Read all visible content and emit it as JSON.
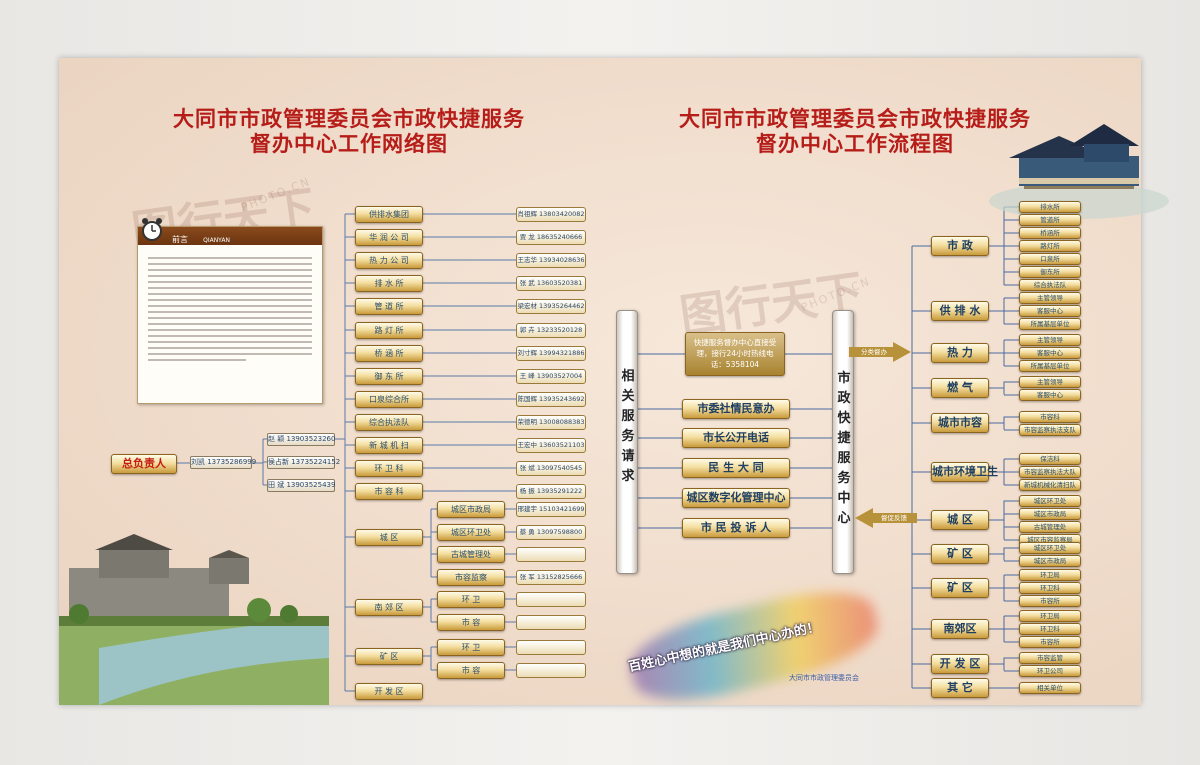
{
  "left_title": [
    "大同市市政管理委员会市政快捷服务",
    "督办中心工作网络图"
  ],
  "right_title": [
    "大同市市政管理委员会市政快捷服务",
    "督办中心工作流程图"
  ],
  "intro_header": {
    "label": "前言",
    "sub": "QIANYAN"
  },
  "watermark": {
    "logo": "图行天下",
    "site": "PHOTO.CN"
  },
  "network": {
    "head": {
      "label": "总负责人",
      "name": "刘凯 13735286999"
    },
    "deputies": [
      {
        "name": "赵 颖 13903523260"
      },
      {
        "name": "侯占新 13735224152"
      },
      {
        "name": "田 斌 13903525439"
      }
    ],
    "units": [
      {
        "label": "供排水集团",
        "phone": "肖祖辉 13803420082"
      },
      {
        "label": "华 润 公 司",
        "phone": "贾 龙 18635240666"
      },
      {
        "label": "热 力 公 司",
        "phone": "王志华 13934028636"
      },
      {
        "label": "排 水 所",
        "phone": "张 武 13603520381"
      },
      {
        "label": "管 道 所",
        "phone": "梁宏材 13935264462"
      },
      {
        "label": "路 灯 所",
        "phone": "郭 卉 13233520128"
      },
      {
        "label": "桥 涵 所",
        "phone": "刘寸辉 13994321886"
      },
      {
        "label": "御 东 所",
        "phone": "王 峰 13903527004"
      },
      {
        "label": "口泉综合所",
        "phone": "陈国辉 13935243692"
      },
      {
        "label": "综合执法队",
        "phone": "荣德明 13008088383"
      },
      {
        "label": "新 城 机 扫",
        "phone": "王宏中 13603521103"
      },
      {
        "label": "环 卫 科",
        "phone": "张 斌 13097540545"
      },
      {
        "label": "市 容 科",
        "phone": "杨 振 13935291222"
      }
    ],
    "districts": [
      {
        "label": "城 区",
        "subs": [
          {
            "label": "城区市政局",
            "phone": "邢建宇 15103421699"
          },
          {
            "label": "城区环卫处",
            "phone": "蔡 勇 13097598800"
          },
          {
            "label": "古城管理处",
            "phone": ""
          },
          {
            "label": "市容监察",
            "phone": "张 军 13152825666"
          }
        ]
      },
      {
        "label": "南 郊 区",
        "subs": [
          {
            "label": "环 卫",
            "phone": ""
          },
          {
            "label": "市 容",
            "phone": ""
          }
        ]
      },
      {
        "label": "矿 区",
        "subs": [
          {
            "label": "环 卫",
            "phone": ""
          },
          {
            "label": "市 容",
            "phone": ""
          }
        ]
      },
      {
        "label": "开 发 区",
        "subs": []
      }
    ]
  },
  "flow": {
    "left_panel": "相关服务请求",
    "center_panel": "市政快捷服务中心",
    "hotline": "快捷服务督办中心直接受理，接行24小时热线电话：5358104",
    "channels": [
      "市委社情民意办",
      "市长公开电话",
      "民 生 大 同",
      "城区数字化管理中心",
      "市 民 投 诉 人"
    ],
    "arrow_out": "分类督办",
    "arrow_in": "督促反馈",
    "right_units": [
      {
        "label": "市 政",
        "subs": [
          "排水所",
          "管道所",
          "桥涵所",
          "路灯所",
          "口泉所",
          "御东所",
          "综合执法队"
        ]
      },
      {
        "label": "供 排 水",
        "subs": [
          "主管领导",
          "客服中心",
          "所属基层单位"
        ]
      },
      {
        "label": "热 力",
        "subs": [
          "主管领导",
          "客服中心",
          "所属基层单位"
        ]
      },
      {
        "label": "燃 气",
        "subs": [
          "主管领导",
          "客服中心"
        ]
      },
      {
        "label": "城市市容",
        "subs": [
          "市容科",
          "市容监察执法支队"
        ]
      },
      {
        "label": "城市环境卫生",
        "subs": [
          "保洁科",
          "市容监察执法大队",
          "新城机械化清扫队"
        ]
      },
      {
        "label": "城 区",
        "subs": [
          "城区环卫处",
          "城区市政局",
          "古城管理处",
          "城区市容监察局"
        ]
      },
      {
        "label": "矿 区",
        "subs": [
          "城区环卫处",
          "城区市政局"
        ]
      },
      {
        "label": "矿 区",
        "subs": [
          "环卫局",
          "环卫科",
          "市容所"
        ]
      },
      {
        "label": "南郊区",
        "subs": [
          "环卫局",
          "环卫科",
          "市容所"
        ]
      },
      {
        "label": "开 发 区",
        "subs": [
          "市容监管",
          "环卫公司"
        ]
      },
      {
        "label": "其 它",
        "subs": [
          "相关单位"
        ]
      }
    ]
  },
  "slogan": "百姓心中想的就是我们中心办的！",
  "organization": "大同市市政管理委员会"
}
